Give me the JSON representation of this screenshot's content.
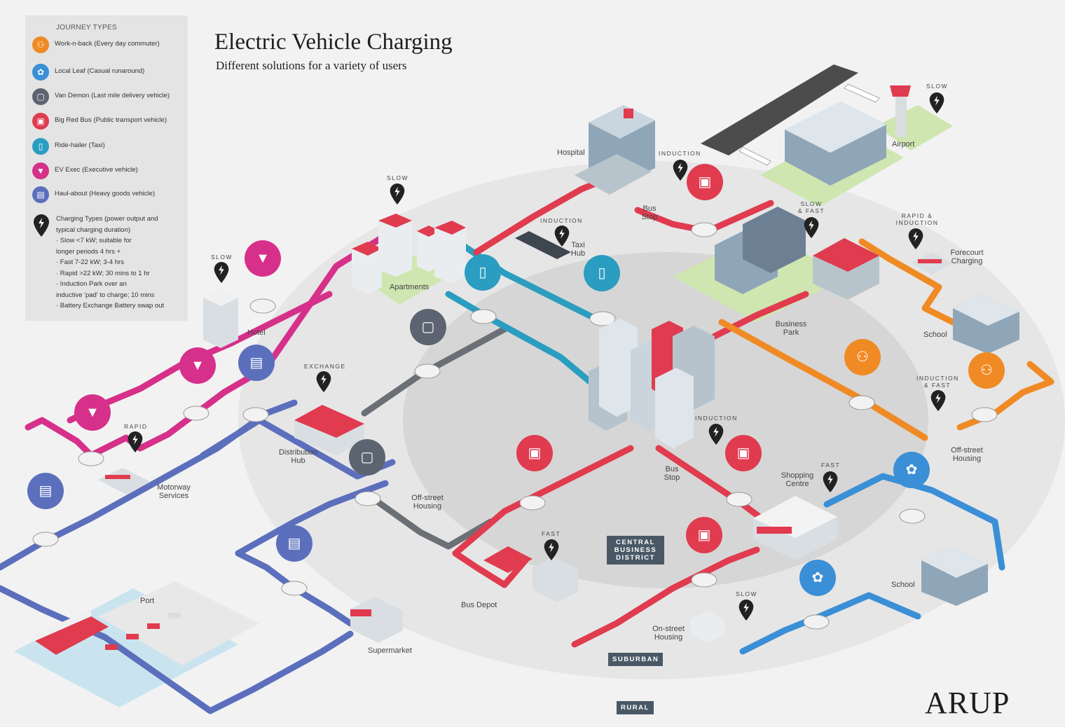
{
  "title": "Electric Vehicle Charging",
  "subtitle": "Different solutions for a variety of users",
  "logo": "ARUP",
  "colors": {
    "work": "#f08a24",
    "leaf": "#3a8fd6",
    "van": "#5b6470",
    "bus": "#e03b4f",
    "ride": "#2a9dc0",
    "exec": "#d6308a",
    "haul": "#5b6fbd",
    "pin": "#222222"
  },
  "legend": {
    "heading": "JOURNEY TYPES",
    "items": [
      {
        "label": "Work-n-back (Every day commuter)",
        "color": "#f08a24",
        "icon": "family-icon"
      },
      {
        "label": "Local Leaf (Casual runaround)",
        "color": "#3a8fd6",
        "icon": "leaf-icon"
      },
      {
        "label": "Van Demon (Last mile delivery vehicle)",
        "color": "#5b6470",
        "icon": "box-icon"
      },
      {
        "label": "Big Red Bus (Public transport vehicle)",
        "color": "#e03b4f",
        "icon": "bus-icon"
      },
      {
        "label": "Ride-hailer (Taxi)",
        "color": "#2a9dc0",
        "icon": "phone-icon"
      },
      {
        "label": "EV Exec (Executive vehicle)",
        "color": "#d6308a",
        "icon": "tie-icon"
      },
      {
        "label": "Haul-about (Heavy goods vehicle)",
        "color": "#5b6fbd",
        "icon": "truck-icon"
      }
    ],
    "charging": {
      "lines": [
        "Charging Types (power output and",
        "typical charging duration)",
        "·  Slow <7 kW; suitable for",
        "   longer periods 4 hrs +",
        "·  Fast 7-22 kW; 3-4 hrs",
        "·  Rapid >22 kW; 30 mins to 1 hr",
        "·  Induction Park over an",
        "   inductive 'pad' to charge; 10 mins",
        "·  Battery Exchange Battery swap out"
      ]
    }
  },
  "zones": {
    "cbd": "CENTRAL BUSINESS DISTRICT",
    "suburban": "SUBURBAN",
    "rural": "RURAL"
  },
  "places": {
    "hospital": "Hospital",
    "airport": "Airport",
    "bus_stop_1": "Bus Stop",
    "taxi_hub": "Taxi Hub",
    "apartments": "Apartments",
    "hotel": "Hotel",
    "business_park": "Business Park",
    "forecourt": "Forecourt Charging",
    "school_1": "School",
    "distribution_hub": "Distribution Hub",
    "motorway": "Motorway Services",
    "off_street_1": "Off-street Housing",
    "off_street_2": "Off-street Housing",
    "bus_stop_2": "Bus Stop",
    "shopping": "Shopping Centre",
    "school_2": "School",
    "bus_depot": "Bus Depot",
    "on_street": "On-street Housing",
    "port": "Port",
    "supermarket": "Supermarket"
  },
  "charge_labels": {
    "slow_air": "SLOW",
    "induction_hosp": "INDUCTION",
    "slow_fast": "SLOW & FAST",
    "rapid_ind": "RAPID & INDUCTION",
    "induction_taxi": "INDUCTION",
    "slow_apt": "SLOW",
    "slow_hotel": "SLOW",
    "exchange": "EXCHANGE",
    "rapid_mw": "RAPID",
    "induction_fast": "INDUCTION & FAST",
    "induction_cbd": "INDUCTION",
    "fast_shop": "FAST",
    "fast_depot": "FAST",
    "slow_onstreet": "SLOW"
  }
}
